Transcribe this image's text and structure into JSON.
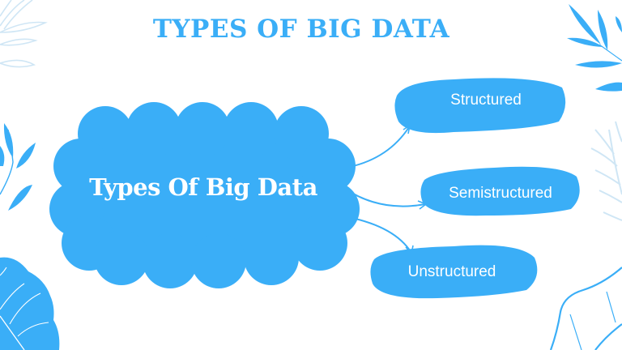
{
  "title": "TYPES OF BIG DATA",
  "central_node": {
    "label": "Types Of Big Data",
    "shape": "cloud"
  },
  "branches": [
    {
      "label": "Structured"
    },
    {
      "label": "Semistructured"
    },
    {
      "label": "Unstructured"
    }
  ],
  "colors": {
    "primary": "#3aaef7",
    "text_on_shape": "#ffffff",
    "background": "#ffffff",
    "light_leaf": "#cfe6f5"
  },
  "decorations": [
    "leaf-top-left-outline",
    "leaf-branch-top-right",
    "leaf-branch-left",
    "leaf-bottom-left",
    "fern-right-outline",
    "leaf-bottom-right-outline"
  ]
}
